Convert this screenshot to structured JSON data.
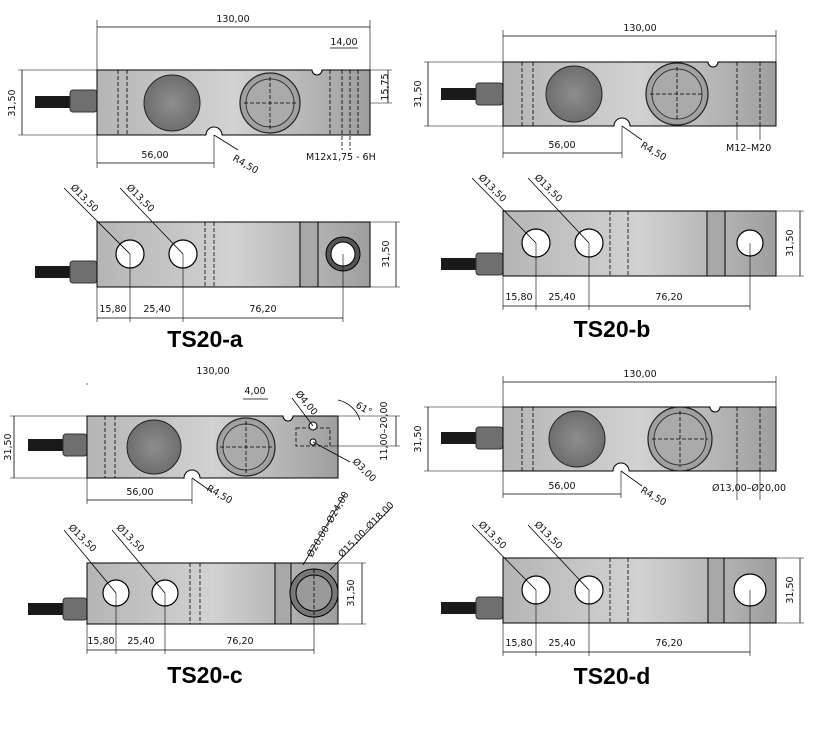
{
  "colors": {
    "body_light": "#c9c9c9",
    "body_dark": "#8a8a8a",
    "hole": "#ffffff",
    "cable": "#1a1a1a",
    "line": "#000000"
  },
  "views": [
    {
      "caption": "TS20-a",
      "dims": {
        "length": "130,00",
        "height": "31,50",
        "slot_w": "14,00",
        "slot_h": "15,75",
        "to_notch": "56,00",
        "notch_r": "R4,50",
        "thread": "M12x1,75 - 6H",
        "hole1": "Ø13,50",
        "hole2": "Ø13,50",
        "side_h": "31,50",
        "p1": "15,80",
        "p2": "25,40",
        "p3": "76,20"
      }
    },
    {
      "caption": "TS20-b",
      "dims": {
        "length": "130,00",
        "height": "31,50",
        "to_notch": "56,00",
        "notch_r": "R4,50",
        "thread": "M12–M20",
        "hole1": "Ø13,50",
        "hole2": "Ø13,50",
        "side_h": "31,50",
        "p1": "15,80",
        "p2": "25,40",
        "p3": "76,20"
      }
    },
    {
      "caption": "TS20-c",
      "dims": {
        "length": "130,00",
        "height": "31,50",
        "small": "4,00",
        "pin": "Ø4,00",
        "angle": "61°",
        "pin2": "Ø3,00",
        "range": "11,00–20,00",
        "to_notch": "56,00",
        "notch_r": "R4,50",
        "hole1": "Ø13,50",
        "hole2": "Ø13,50",
        "bush1": "Ø20,00–Ø24,00",
        "bush2": "Ø15,00–Ø18,00",
        "side_h": "31,50",
        "p1": "15,80",
        "p2": "25,40",
        "p3": "76,20"
      }
    },
    {
      "caption": "TS20-d",
      "dims": {
        "length": "130,00",
        "height": "31,50",
        "to_notch": "56,00",
        "notch_r": "R4,50",
        "bore": "Ø13,00–Ø20,00",
        "hole1": "Ø13,50",
        "hole2": "Ø13,50",
        "side_h": "31,50",
        "p1": "15,80",
        "p2": "25,40",
        "p3": "76,20"
      }
    }
  ]
}
